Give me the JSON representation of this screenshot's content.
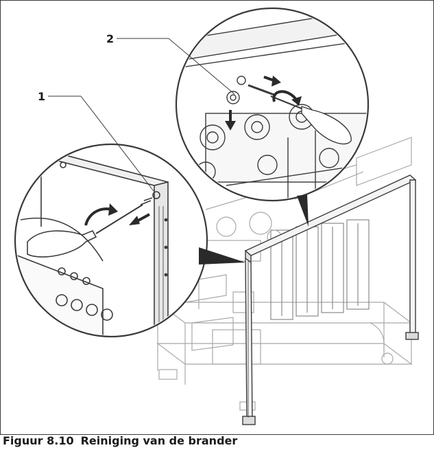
{
  "figure": {
    "caption_number": "Figuur 8.10",
    "caption_text": "Reiniging van de brander"
  },
  "callouts": [
    {
      "label": "1"
    },
    {
      "label": "2"
    }
  ],
  "colors": {
    "line": "#3a3a3a",
    "light_line": "#9a9a9a",
    "frame_fill": "#f4f4f4",
    "background": "#ffffff"
  }
}
